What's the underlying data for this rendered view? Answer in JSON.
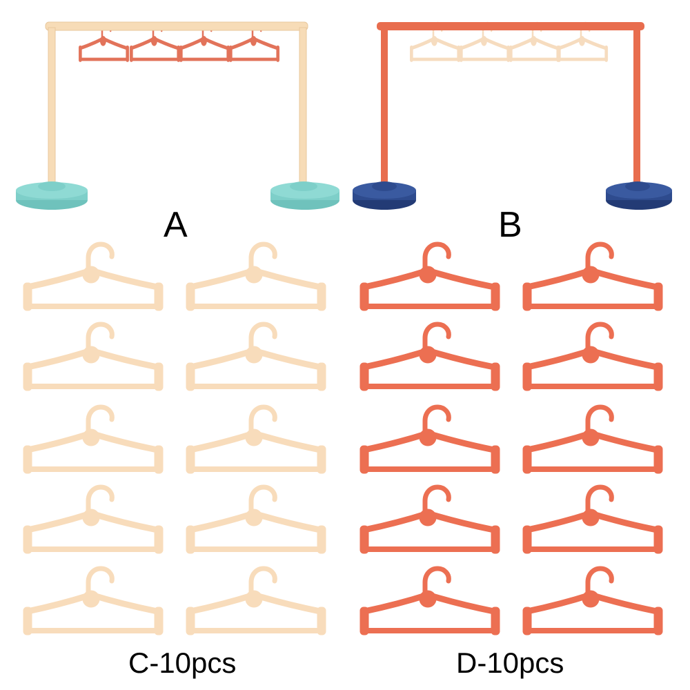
{
  "products": [
    {
      "id": "A",
      "label": "A",
      "pole_color": "#f7dcb7",
      "base_color": "#7ecfc9",
      "hanger_color": "#e2735a"
    },
    {
      "id": "B",
      "label": "B",
      "pole_color": "#e86d4e",
      "base_color": "#2e4b8e",
      "hanger_color": "#f6dcbf"
    },
    {
      "id": "C",
      "label": "C-10pcs",
      "hanger_color": "#f8dcbb"
    },
    {
      "id": "D",
      "label": "D-10pcs",
      "hanger_color": "#ec6f52"
    }
  ]
}
